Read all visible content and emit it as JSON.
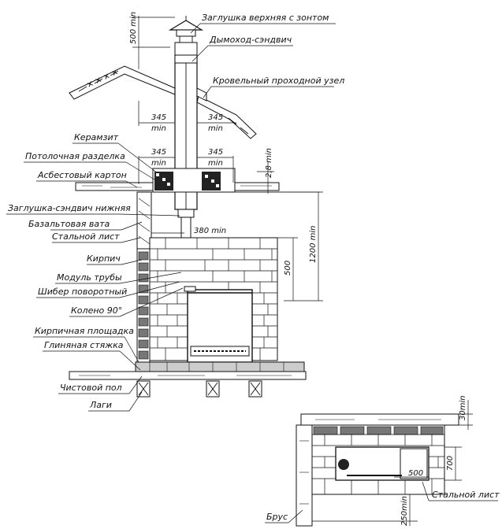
{
  "labels": {
    "cap_top": "Заглушка верхняя с зонтом",
    "chimney_sandwich": "Дымоход-сэндвич",
    "roof_unit": "Кровельный проходной узел",
    "keramzit": "Керамзит",
    "ceiling_cut": "Потолочная разделка",
    "asbestos": "Асбестовый картон",
    "cap_bottom": "Заглушка-сэндвич нижняя",
    "basalt": "Базальтовая вата",
    "steel_sheet": "Стальной лист",
    "brick": "Кирпич",
    "pipe_module": "Модуль трубы",
    "damper": "Шибер поворотный",
    "elbow": "Колено 90°",
    "brick_pad": "Кирпичная площадка",
    "clay_screed": "Глиняная стяжка",
    "floor": "Чистовой пол",
    "joists": "Лаги",
    "beam": "Брус",
    "steel_sheet_plan": "Стальной лист"
  },
  "dims": {
    "top": "500 min",
    "roof_left_val": "345",
    "roof_left_unit": "min",
    "roof_right_val": "345",
    "roof_right_unit": "min",
    "ceil_left_val": "345",
    "ceil_left_unit": "min",
    "ceil_right_val": "345",
    "ceil_right_unit": "min",
    "ceil_thick": "2,8 min",
    "side": "380 min",
    "h1200": "1200 min",
    "h500": "500",
    "plan_30": "30min",
    "plan_700": "700",
    "plan_500": "500",
    "plan_250": "250min"
  }
}
